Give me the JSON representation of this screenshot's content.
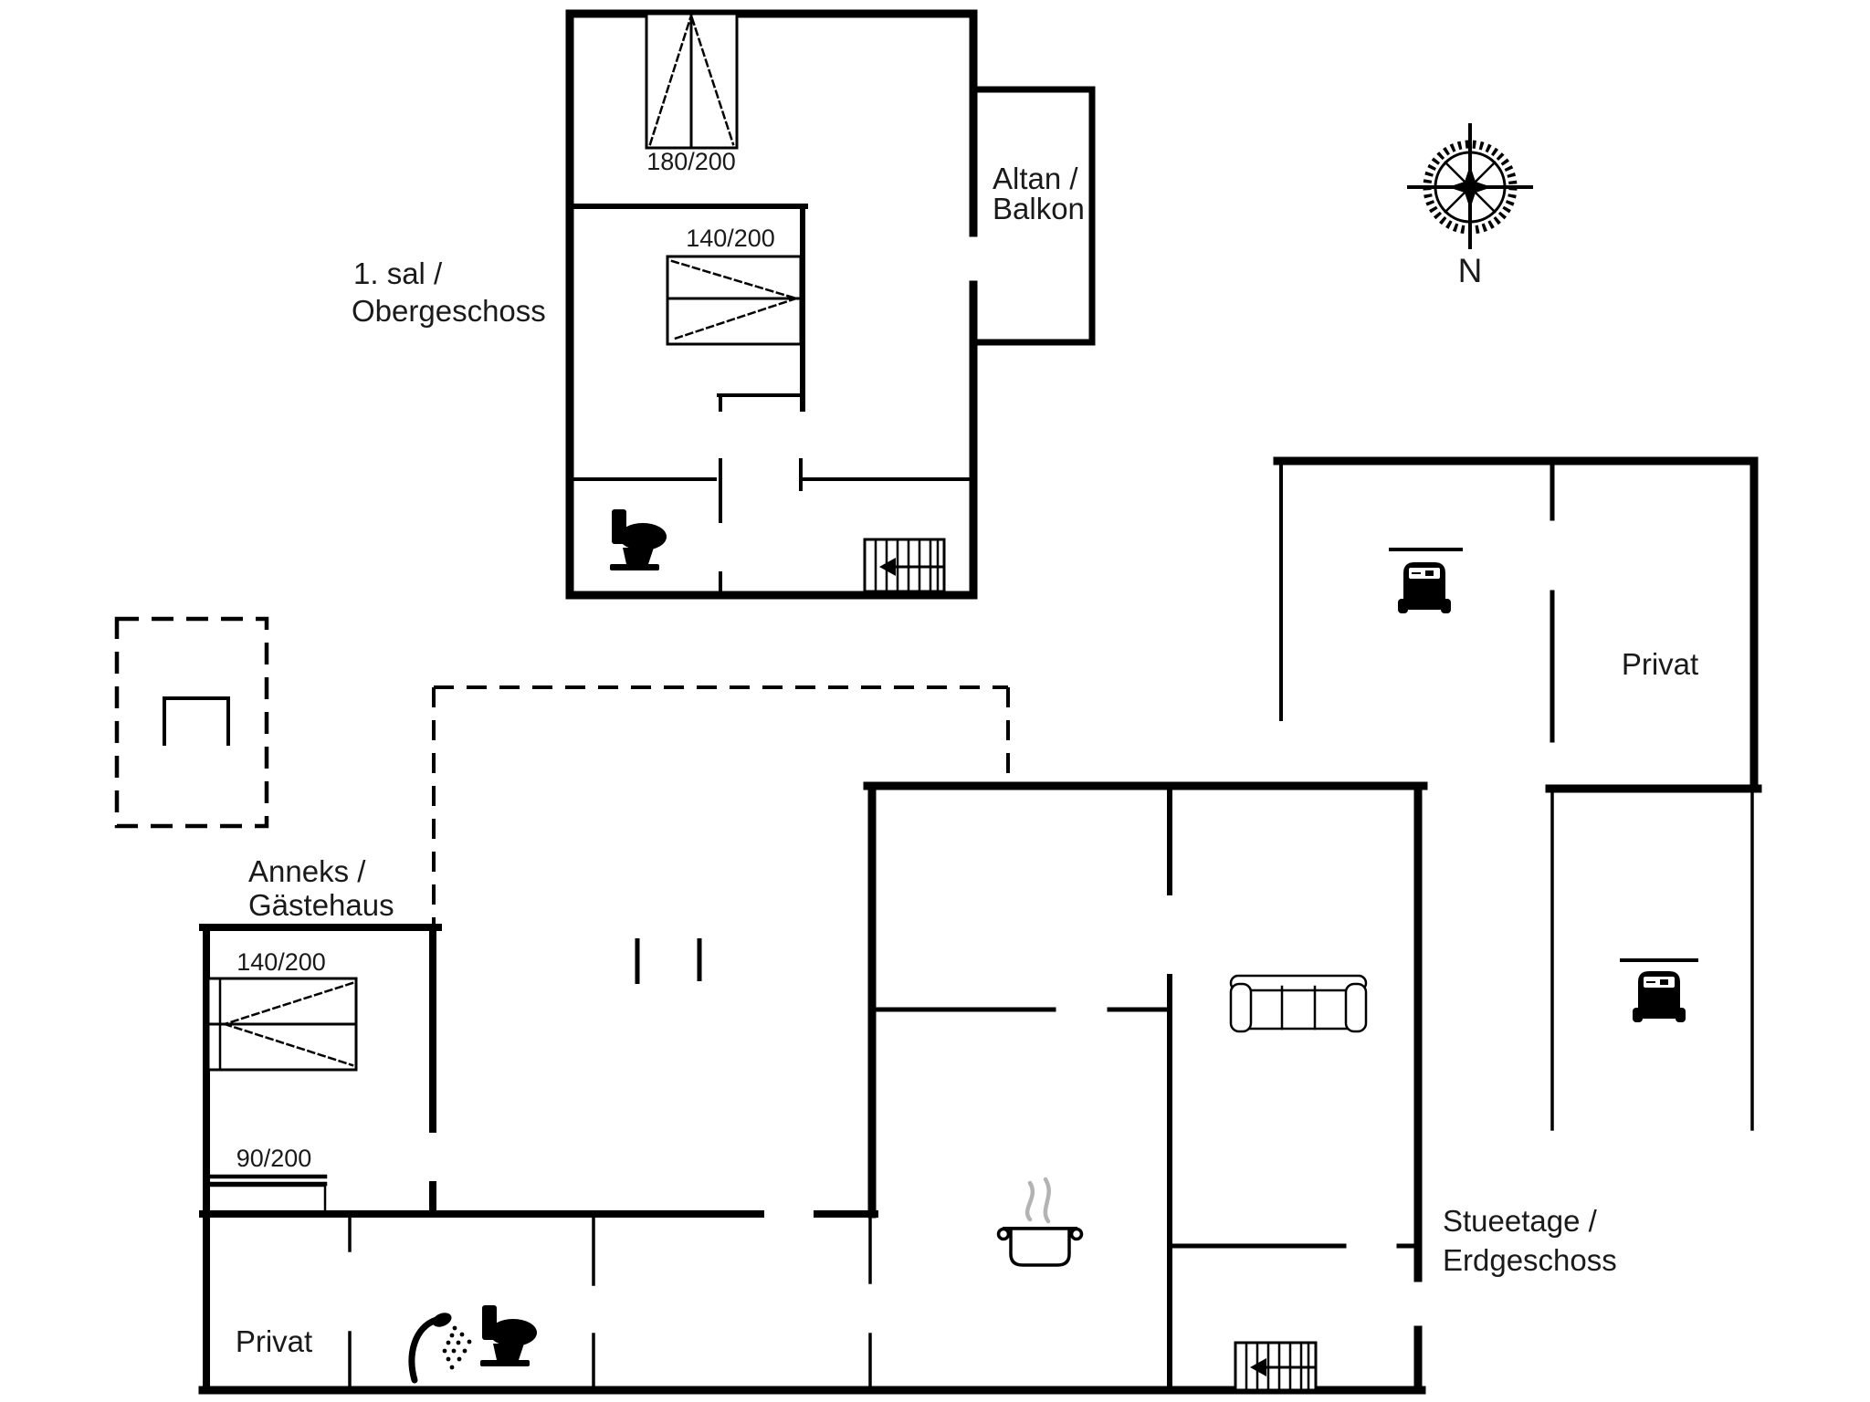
{
  "labels": {
    "upper_floor": {
      "line1": "1. sal /",
      "line2": "Obergeschoss"
    },
    "balcony": {
      "line1": "Altan /",
      "line2": "Balkon"
    },
    "annex": {
      "line1": "Anneks /",
      "line2": "Gästehaus"
    },
    "ground_floor": {
      "line1": "Stueetage /",
      "line2": "Erdgeschoss"
    },
    "privat_upper_right": "Privat",
    "privat_annex": "Privat",
    "compass_north": "N"
  },
  "dimensions": {
    "upper_window": "180/200",
    "upper_bed": "140/200",
    "annex_bed": "140/200",
    "annex_window": "90/200"
  },
  "icons": {
    "compass": "compass-rose-icon",
    "toilet": "toilet-icon",
    "shower": "shower-icon",
    "stairs": "staircase-icon",
    "sofa": "sofa-icon",
    "pot": "cooking-pot-icon",
    "car": "car-icon",
    "bed": "bed-icon",
    "window": "window-icon",
    "terrace": "terrace-dashed-outline",
    "grill": "grill-table-icon"
  },
  "colors": {
    "wall": "#000000",
    "text": "#1a1a1a",
    "steam": "#b3b3b3",
    "background": "#ffffff"
  }
}
